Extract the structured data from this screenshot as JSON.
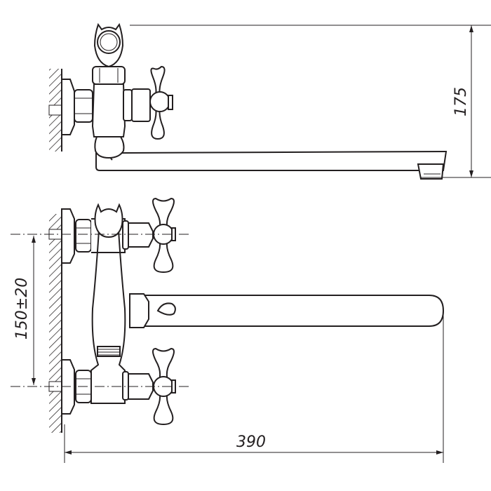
{
  "drawing": {
    "dimensions": {
      "height": "175",
      "center_distance": "150±20",
      "spout_length": "390"
    },
    "line_color": "#231f20",
    "background": "#ffffff"
  }
}
